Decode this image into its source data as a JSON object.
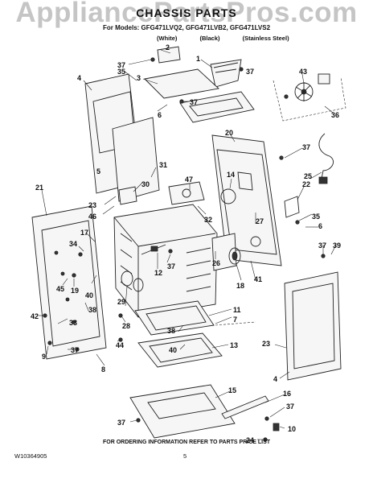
{
  "watermark": "AppliancePartsPros.com",
  "header": {
    "title": "CHASSIS PARTS",
    "models_line": "For Models: GFG471LVQ2, GFG471LVB2, GFG471LVS2",
    "variants": [
      "(White)",
      "(Black)",
      "(Stainless Steel)"
    ]
  },
  "footer": {
    "note": "FOR ORDERING INFORMATION REFER TO PARTS PRICE LIST",
    "doc_number": "W10364905",
    "page_number": "5"
  },
  "callouts": [
    "37",
    "1",
    "2",
    "35",
    "37",
    "4",
    "3",
    "37",
    "43",
    "6",
    "36",
    "5",
    "20",
    "37",
    "31",
    "47",
    "14",
    "25",
    "22",
    "30",
    "23",
    "46",
    "21",
    "32",
    "27",
    "17",
    "35",
    "6",
    "34",
    "12",
    "37",
    "26",
    "37",
    "39",
    "45",
    "19",
    "40",
    "18",
    "41",
    "29",
    "28",
    "38",
    "11",
    "7",
    "42",
    "33",
    "38",
    "44",
    "40",
    "13",
    "9",
    "37",
    "8",
    "23",
    "4",
    "15",
    "16",
    "37",
    "37",
    "10",
    "24"
  ]
}
